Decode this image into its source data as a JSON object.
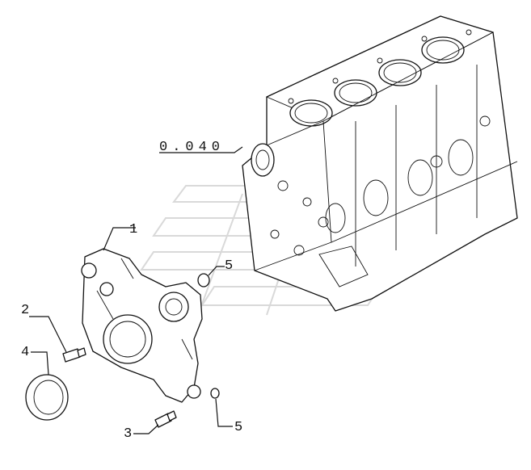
{
  "diagram": {
    "reference_label": "0.040",
    "callouts": [
      {
        "id": "c1",
        "text": "1"
      },
      {
        "id": "c2",
        "text": "2"
      },
      {
        "id": "c3",
        "text": "3"
      },
      {
        "id": "c4",
        "text": "4"
      },
      {
        "id": "c5a",
        "text": "5"
      },
      {
        "id": "c5b",
        "text": "5"
      }
    ],
    "parts": [
      {
        "number": "1",
        "name": "timing-cover"
      },
      {
        "number": "2",
        "name": "bolt"
      },
      {
        "number": "3",
        "name": "bolt"
      },
      {
        "number": "4",
        "name": "seal-ring"
      },
      {
        "number": "5",
        "name": "plug"
      }
    ]
  }
}
